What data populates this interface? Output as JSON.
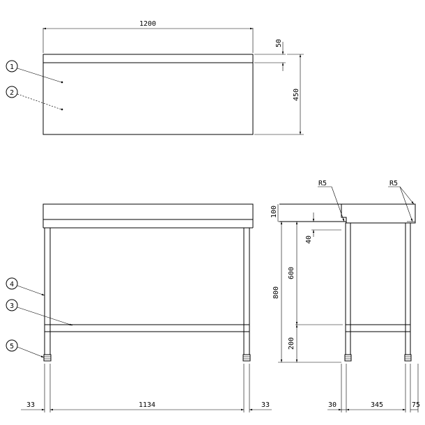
{
  "plan_view": {
    "dim_width": "1200",
    "dim_backsplash": "50",
    "dim_depth": "450",
    "part_1": "1",
    "part_2": "2"
  },
  "front_view": {
    "part_4": "4",
    "part_3": "3",
    "part_5": "5",
    "dim_left_leg": "33",
    "dim_span": "1134",
    "dim_right_leg": "33"
  },
  "side_view": {
    "radius_left": "R5",
    "radius_right": "R5",
    "dim_backsplash_height": "100",
    "dim_top_thickness": "40",
    "dim_upper": "600",
    "dim_total_height": "800",
    "dim_lower": "200",
    "dim_offset_left": "30",
    "dim_leg_span": "345",
    "dim_offset_right": "75"
  }
}
